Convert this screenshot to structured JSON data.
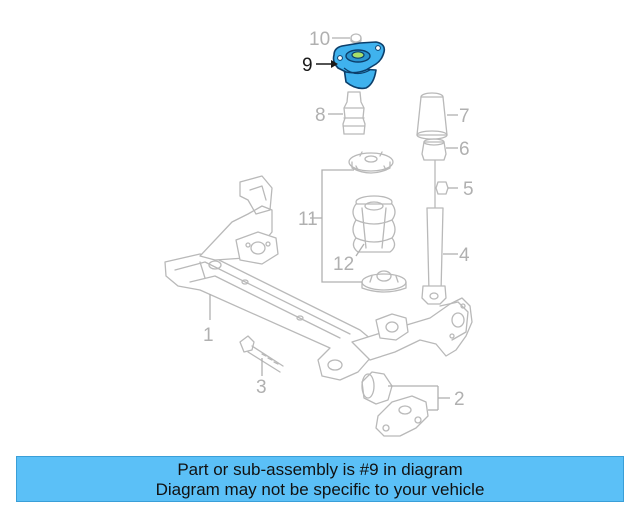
{
  "diagram": {
    "highlight_color": "#3fb2ee",
    "ghost_color": "#b9b9b9",
    "callouts": {
      "c1": "1",
      "c2": "2",
      "c3": "3",
      "c4": "4",
      "c5": "5",
      "c6": "6",
      "c7": "7",
      "c8": "8",
      "c9": "9",
      "c10": "10",
      "c11": "11",
      "c12": "12"
    },
    "highlighted_part": "9"
  },
  "banner": {
    "line1": "Part or sub-assembly is #9 in diagram",
    "line2": "Diagram may not be specific to your vehicle",
    "background": "#5bc0f7"
  }
}
